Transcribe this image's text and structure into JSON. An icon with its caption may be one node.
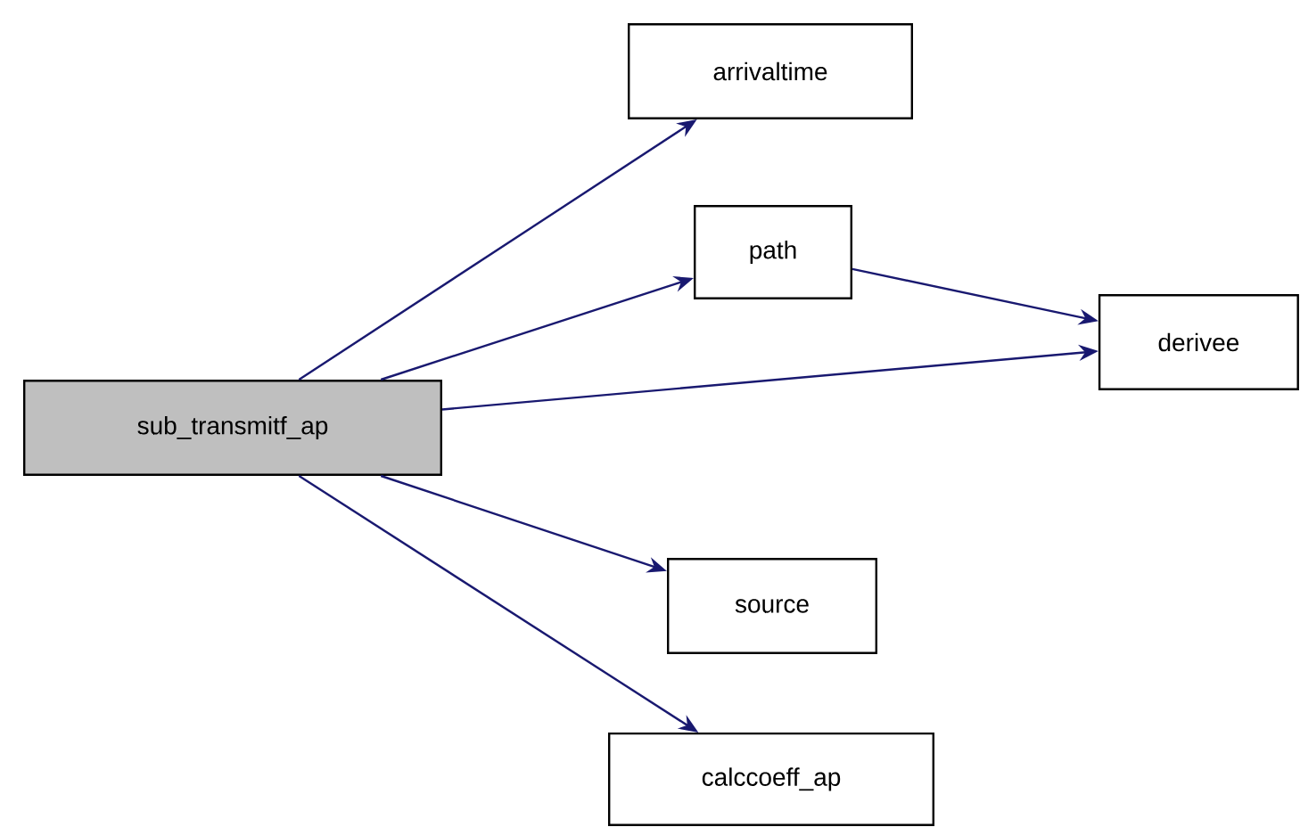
{
  "diagram": {
    "nodes": [
      {
        "text": [
          "sub_transmitf_ap"
        ]
      },
      {
        "text": [
          "arrivaltime"
        ]
      },
      {
        "text": [
          "path"
        ]
      },
      {
        "text": [
          "derivee"
        ]
      },
      {
        "text": [
          "source"
        ]
      },
      {
        "text": [
          "calccoeff_ap"
        ]
      }
    ],
    "edges": [
      {
        "from": 0,
        "to": 1,
        "arrow": "to"
      },
      {
        "from": 0,
        "to": 2,
        "arrow": "to"
      },
      {
        "from": 0,
        "to": 3,
        "arrow": "to"
      },
      {
        "from": 2,
        "to": 3,
        "arrow": "to"
      },
      {
        "from": 0,
        "to": 4,
        "arrow": "to"
      },
      {
        "from": 0,
        "to": 5,
        "arrow": "to"
      }
    ]
  }
}
